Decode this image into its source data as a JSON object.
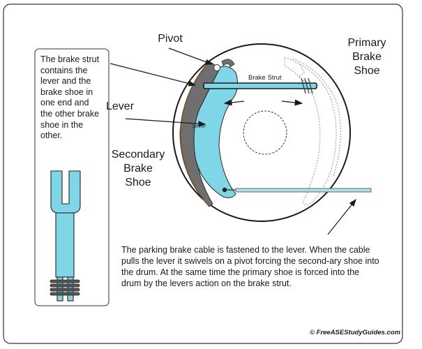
{
  "note_text": "The brake strut contains the lever and the brake shoe in one end and the other brake shoe in the other.",
  "labels": {
    "pivot": "Pivot",
    "lever": "Lever",
    "secondary_shoe": [
      "Secondary",
      "Brake",
      "Shoe"
    ],
    "primary_shoe": [
      "Primary",
      "Brake",
      "Shoe"
    ],
    "brake_strut_inline": "Brake Strut",
    "lever_inline": "Lever"
  },
  "caption": "The parking brake cable is fastened to the lever. When the cable pulls the lever it swivels on a pivot forcing the second-ary shoe into the drum. At the same time the primary shoe is forced into the drum by the levers action on the brake strut.",
  "copyright": "© FreeASEStudyGuides.com",
  "colors": {
    "component_blue": "#7fd6e6",
    "cable_blue": "#a8e3ee",
    "shoe_lining_gray": "#6f6f6f",
    "outline": "#1a1a1a"
  }
}
